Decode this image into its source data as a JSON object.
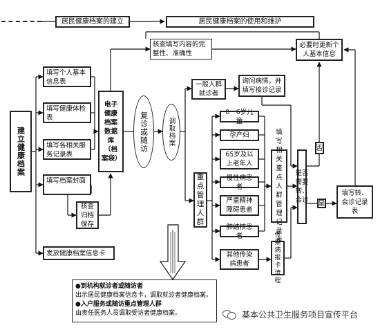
{
  "legend": {
    "dashed_label": "",
    "solid_label": ""
  },
  "header": {
    "establish_title": "居民健康档案的建立",
    "use_title": "居民健康档案的使用和维护"
  },
  "left": {
    "establish_record": "建立健康档案",
    "fill_basic_info": "填写个人基本信息表",
    "fill_health_exam": "填写健康体检表",
    "fill_service_records": "填写各相关服务记录表",
    "fill_record_cover": "填写档案封面",
    "check_archive_save": "核查归档保存",
    "issue_card": "发放健康档案信息卡"
  },
  "middle": {
    "electronic_db": "电子健康档案数据库（档案袋）",
    "revisit_followup": "复诊或随访",
    "retrieve_record": "调取档案",
    "check_completeness": "核查填写内容的完整性、准确性"
  },
  "flow": {
    "general_visitor": "一般人群就诊者",
    "ask_condition": "询问病情，并填写接诊记录",
    "key_population": "重点管理人群",
    "groups": [
      "0－6岁儿童",
      "孕产妇",
      "65岁及以上老年人",
      "慢性病患者",
      "严重精神障碍患者",
      "肺结核患者",
      "其他传染病患者"
    ],
    "fill_key_records": "填写相关重点人群管理记录表",
    "infectious_report": "传染病报卡流程",
    "need_referral": "是否需要转、会诊",
    "no_label": "否",
    "yes_label": "是",
    "update_basic_info": "必要时更新个人基本信息",
    "fill_referral_records": "填写转、会诊记录表"
  },
  "note": {
    "h1": "●到机构就诊者或随访者",
    "t1": "出示居民健康档案信息卡，调取就诊者健康档案。",
    "h2": "●入户服务或随访重点管理人群",
    "t2": "由责任医务人员调取受访者健康档案。"
  },
  "watermark": "基本公共卫生服务项目宣传平台"
}
